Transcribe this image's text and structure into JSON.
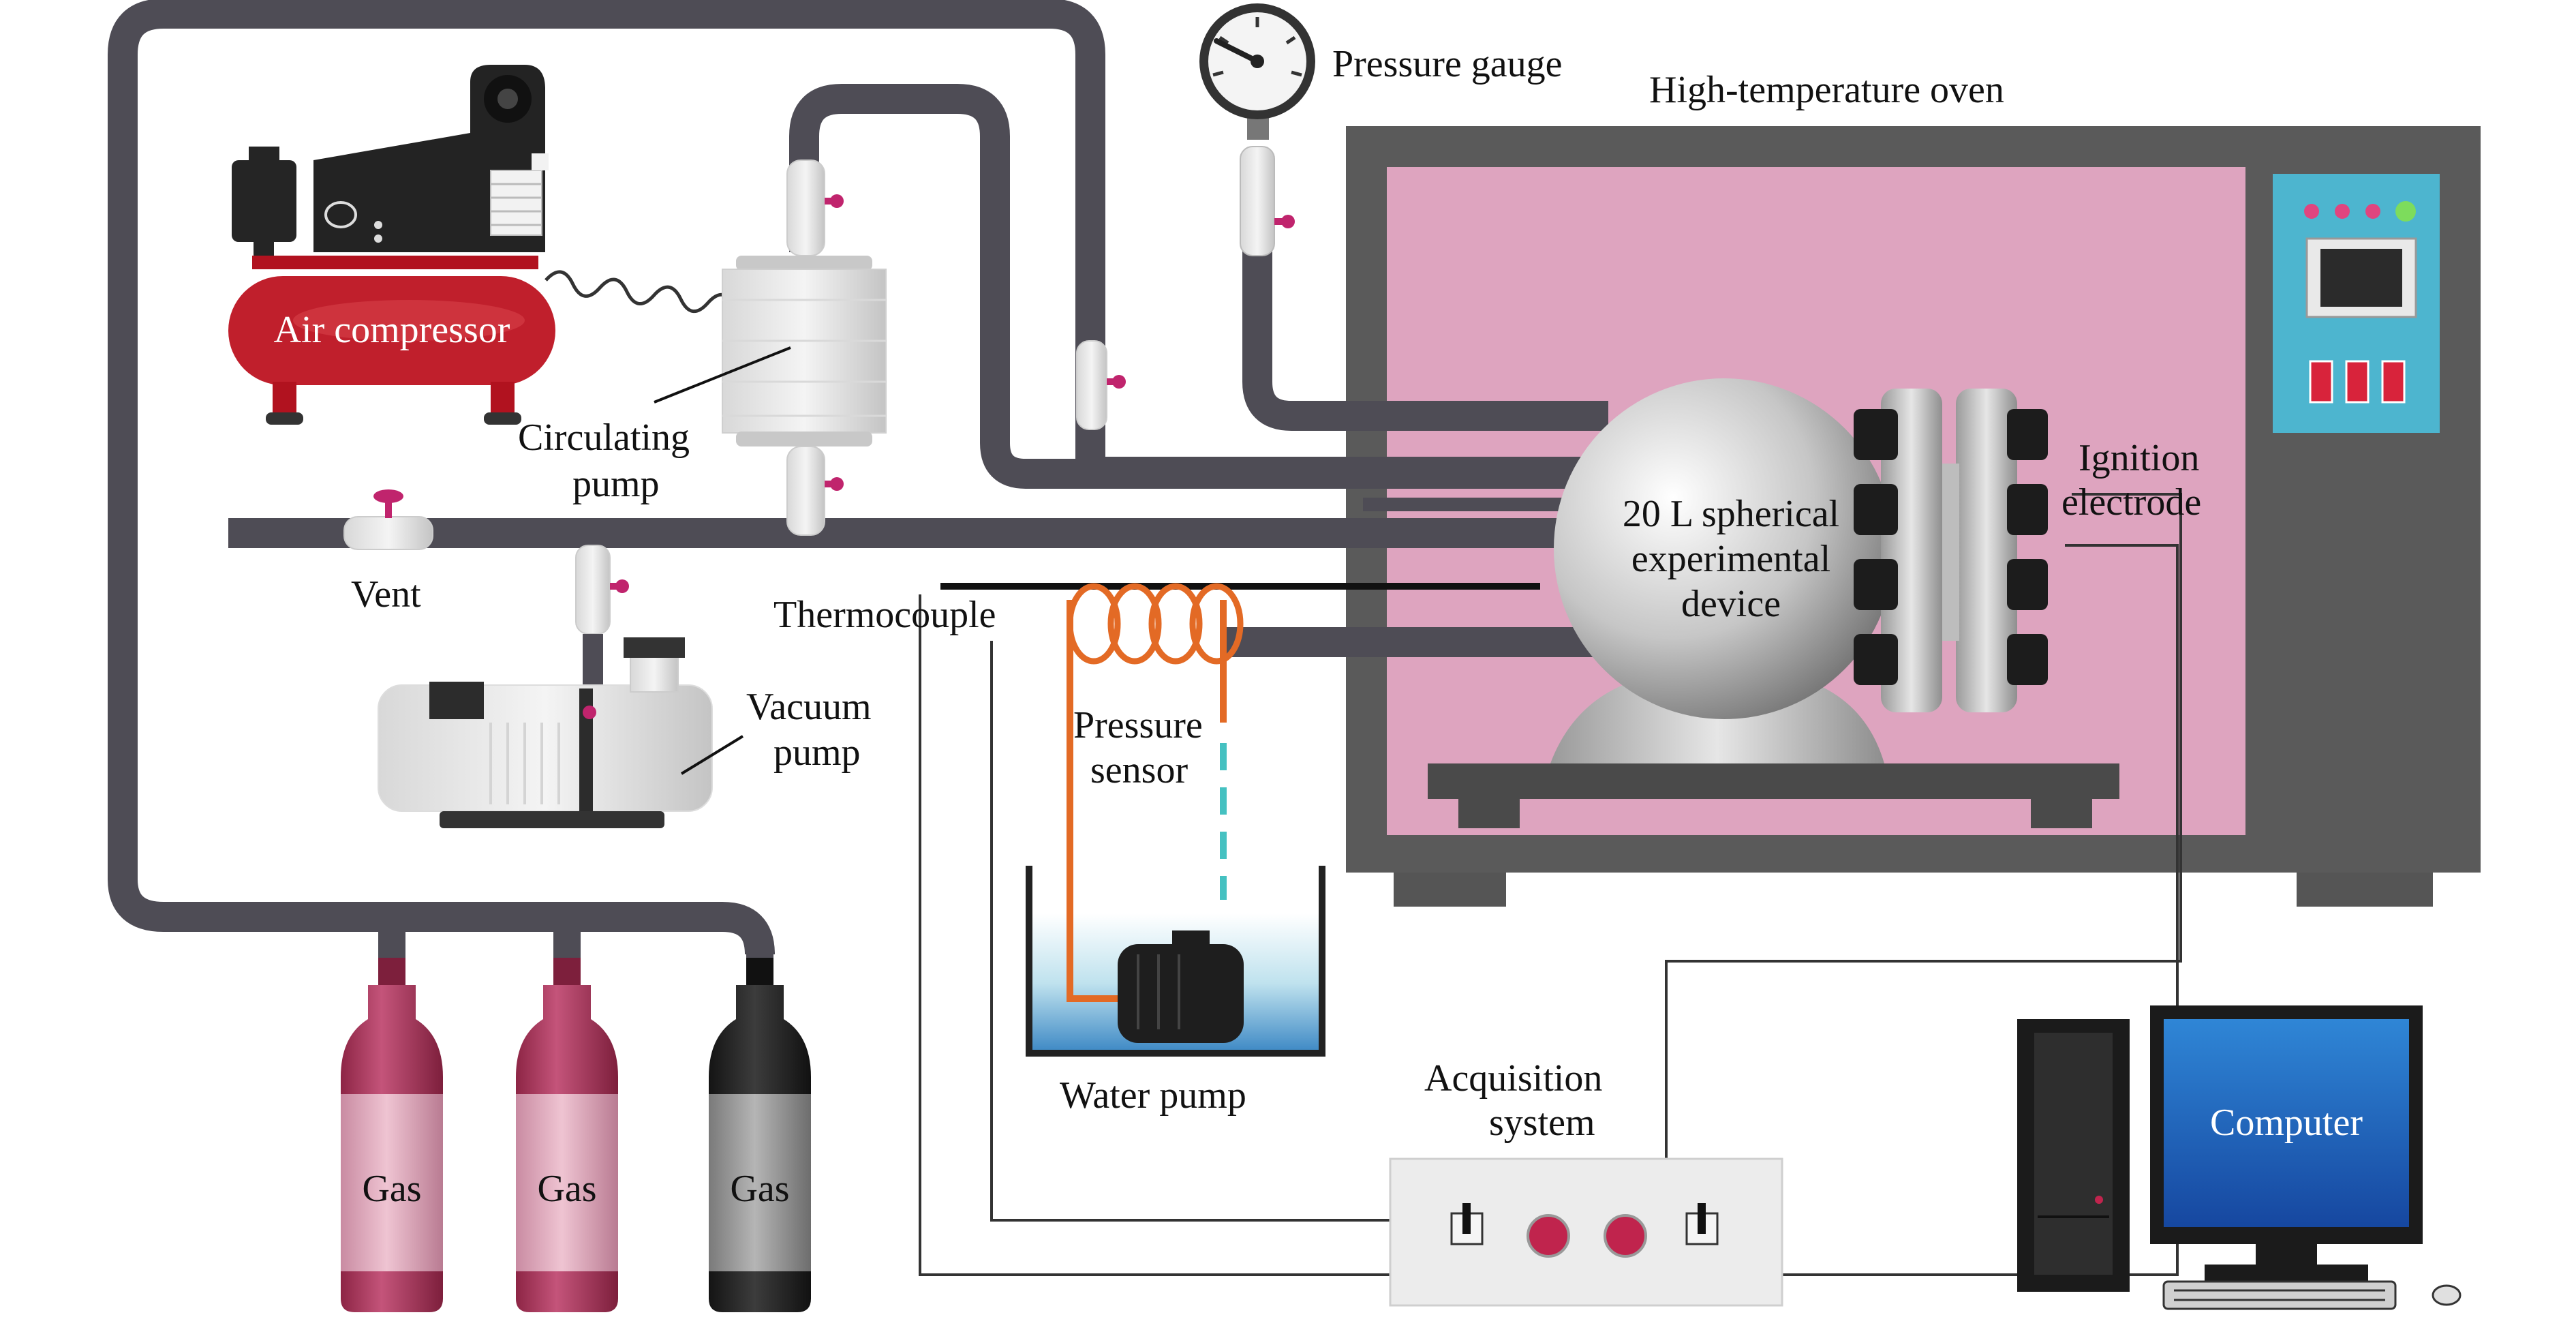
{
  "labels": {
    "pressure_gauge": "Pressure gauge",
    "oven": "High-temperature oven",
    "air_compressor": "Air compressor",
    "circulating_pump_1": "Circulating",
    "circulating_pump_2": "pump",
    "vent": "Vent",
    "thermocouple": "Thermocouple",
    "vacuum_pump_1": "Vacuum",
    "vacuum_pump_2": "pump",
    "pressure_sensor_1": "Pressure",
    "pressure_sensor_2": "sensor",
    "device_1": "20 L spherical",
    "device_2": "experimental",
    "device_3": "device",
    "ignition_1": "Ignition",
    "ignition_2": "electrode",
    "water_pump": "Water pump",
    "acquisition_1": "Acquisition",
    "acquisition_2": "system",
    "computer": "Computer",
    "gas_1": "Gas",
    "gas_2": "Gas",
    "gas_3": "Gas"
  },
  "colors": {
    "pipe": "#4e4c55",
    "oven_body": "#575757",
    "oven_chamber": "#dea4bf",
    "compressor_red": "#c01f2c",
    "gas_red": "#b14163",
    "gas_black": "#2a2a2a",
    "heating_coil": "#e36a25",
    "control_panel": "#4db5cf",
    "screen_blue": "#1d60b8"
  },
  "icons": {
    "pressure_gauge": "pressure-gauge-icon",
    "valve": "valve-handle-icon"
  }
}
